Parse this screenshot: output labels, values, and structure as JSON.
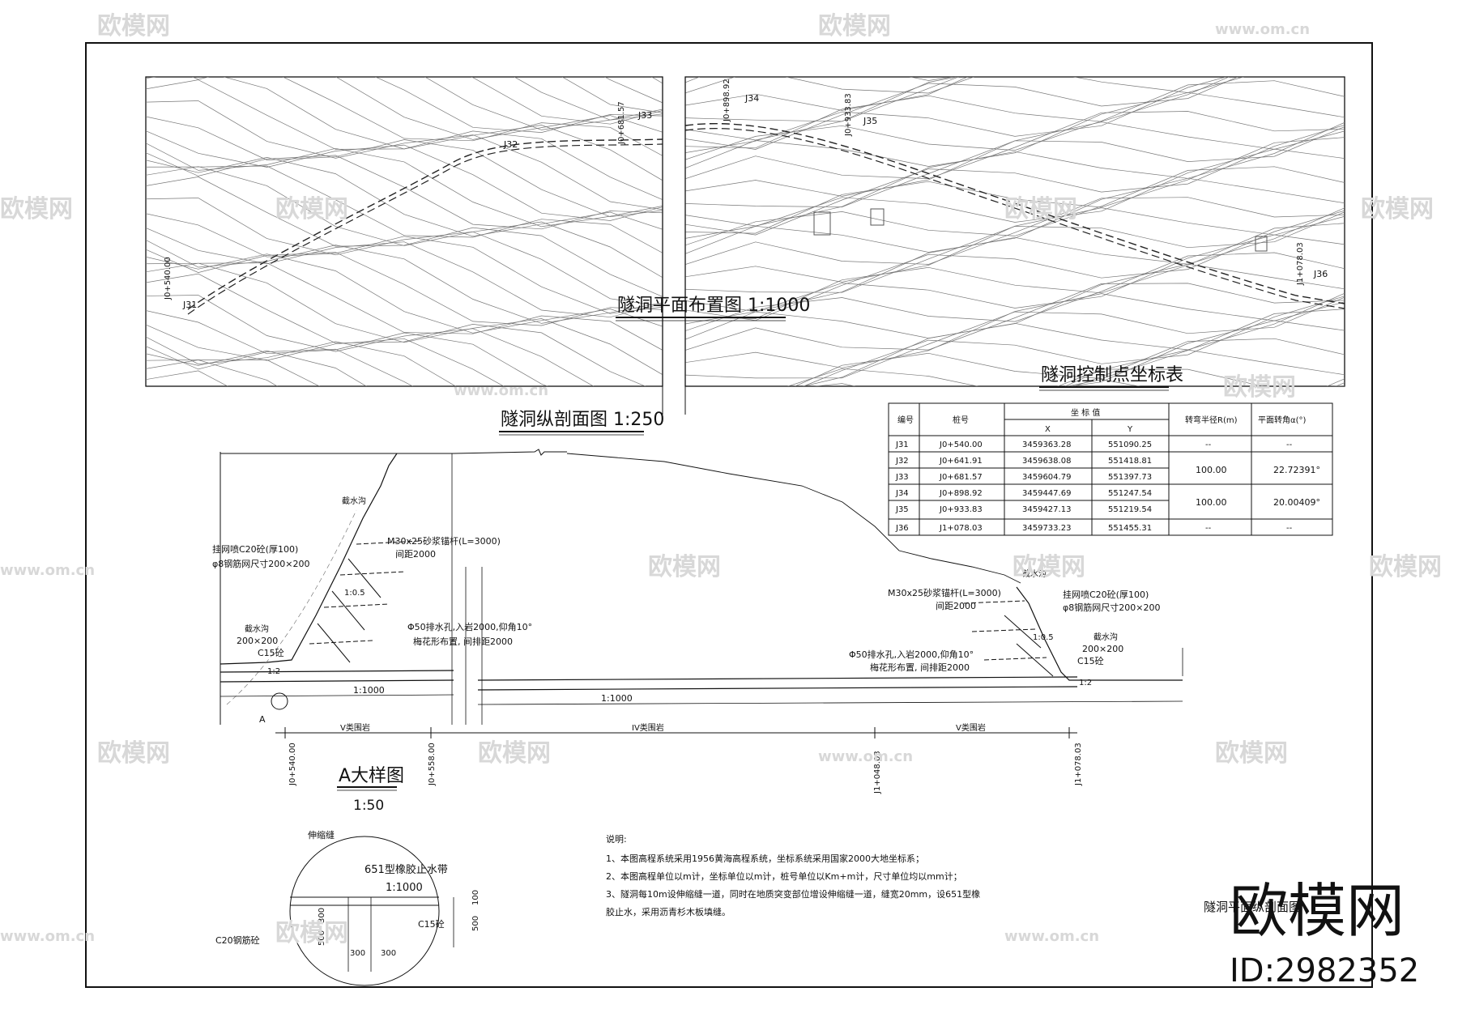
{
  "plan_title": "隧洞平面布置图 1:1000",
  "profile_title": "隧洞纵剖面图 1:250",
  "table_title": "隧洞控制点坐标表",
  "detail_title": "A大样图",
  "detail_scale": "1:50",
  "plan_stations": [
    "J31",
    "J32",
    "J33",
    "J34",
    "J35",
    "J36"
  ],
  "plan_chainages": [
    "J0+540.00",
    "J0+681.57",
    "J0+898.92",
    "J0+933.83",
    "J1+078.03"
  ],
  "table": {
    "headers": [
      "编号",
      "桩号",
      "坐 标 值",
      "转弯半径R(m)",
      "平面转角α(°)"
    ],
    "subheaders": [
      "X",
      "Y"
    ],
    "rows": [
      {
        "id": "J31",
        "station": "J0+540.00",
        "x": "3459363.28",
        "y": "551090.25",
        "r": "--",
        "a": "--"
      },
      {
        "id": "J32",
        "station": "J0+641.91",
        "x": "3459638.08",
        "y": "551418.81",
        "r": "",
        "a": ""
      },
      {
        "id": "J33",
        "station": "J0+681.57",
        "x": "3459604.79",
        "y": "551397.73",
        "r": "",
        "a": ""
      },
      {
        "id": "J34",
        "station": "J0+898.92",
        "x": "3459447.69",
        "y": "551247.54",
        "r": "",
        "a": ""
      },
      {
        "id": "J35",
        "station": "J0+933.83",
        "x": "3459427.13",
        "y": "551219.54",
        "r": "",
        "a": ""
      },
      {
        "id": "J36",
        "station": "J1+078.03",
        "x": "3459733.23",
        "y": "551455.31",
        "r": "--",
        "a": "--"
      }
    ],
    "merged_r1": "100.00",
    "merged_a1": "22.72391°",
    "merged_r2": "100.00",
    "merged_a2": "20.00409°"
  },
  "profile_labels": {
    "left_ditch": "截水沟",
    "left_spray": "挂网喷C20砼(厚100)",
    "left_mesh": "φ8钢筋网尺寸200×200",
    "left_bolt": "M30x25砂浆锚杆(L=3000)",
    "left_bolt_spacing": "间距2000",
    "left_slope": "1:0.5",
    "left_drain": "Φ50排水孔,入岩2000,仰角10°",
    "left_drain2": "梅花形布置, 间排距2000",
    "left_ditch2": "截水沟",
    "left_ditch_size": "200×200",
    "left_c15": "C15砼",
    "left_slope2": "1:2",
    "right_ditch": "截水沟",
    "right_bolt": "M30x25砂浆锚杆(L=3000)",
    "right_bolt_spacing": "间距2000",
    "right_spray": "挂网喷C20砼(厚100)",
    "right_mesh": "φ8钢筋网尺寸200×200",
    "right_slope": "1:0.5",
    "right_drain": "Φ50排水孔,入岩2000,仰角10°",
    "right_drain2": "梅花形布置, 间排距2000",
    "right_ditch2": "截水沟",
    "right_ditch_size": "200×200",
    "right_c15": "C15砼",
    "right_slope2": "1:2",
    "grade_left": "1:1000",
    "grade_mid": "1:1000",
    "marker_a": "A",
    "rock_v1": "V类围岩",
    "rock_iv": "IV类围岩",
    "rock_v2": "V类围岩",
    "ch1": "J0+540.00",
    "ch2": "J0+558.00",
    "ch3": "J1+048.03",
    "ch4": "J1+078.03"
  },
  "detail_labels": {
    "joint": "伸缩缝",
    "waterstop": "651型橡胶止水带",
    "grade": "1:1000",
    "dim_300": "300",
    "dim_500": "500",
    "c20": "C20钢筋砼",
    "c15": "C15砼",
    "dim_b1": "300",
    "dim_b2": "300",
    "dim_r1": "500",
    "dim_r2": "100"
  },
  "notes": {
    "heading": "说明:",
    "lines": [
      "1、本图高程系统采用1956黄海高程系统，坐标系统采用国家2000大地坐标系；",
      "2、本图高程单位以m计，坐标单位以m计，桩号单位以Km+m计，尺寸单位均以mm计；",
      "3、隧洞每10m设伸缩缝一道，同时在地质突变部位增设伸缩缝一道，缝宽20mm，设651型橡",
      "胶止水，采用沥青杉木板填缝。"
    ]
  },
  "drawing_name": "隧洞平面纵剖面图",
  "watermark": {
    "brand": "欧模网",
    "url": "www.om.cn"
  },
  "brand_logo": {
    "text": "欧模网",
    "id": "ID:2982352"
  }
}
